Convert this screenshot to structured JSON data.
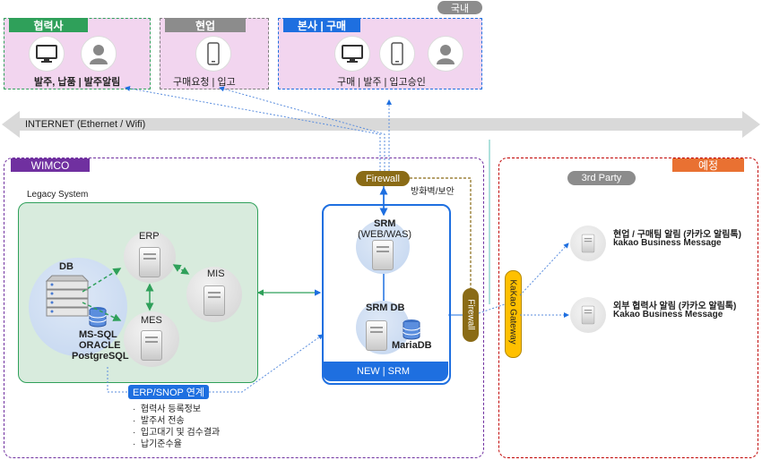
{
  "domestic_label": "국내",
  "partner": {
    "tag": "협력사",
    "caption": "발주, 납품  |  발주알림"
  },
  "field": {
    "tag": "현업",
    "caption": "구매요청 | 입고"
  },
  "hq": {
    "tag": "본사  |  구매",
    "caption": "구매 | 발주 | 입고승인"
  },
  "internet": "INTERNET (Ethernet / Wifi)",
  "wimco": {
    "tag": "WIMCO"
  },
  "legacy": {
    "title": "Legacy System",
    "db": "DB",
    "db_types": [
      "MS-SQL",
      "ORACLE",
      "PostgreSQL"
    ],
    "erp": "ERP",
    "mis": "MIS",
    "mes": "MES"
  },
  "firewall_top": "Firewall",
  "firewall_note": "방화벽/보안",
  "srm": {
    "web": "SRM",
    "web_sub": "(WEB/WAS)",
    "db": "SRM DB",
    "db_engine": "MariaDB",
    "footer": "NEW  |  SRM"
  },
  "firewall_side": "Firewall",
  "erp_link": {
    "title": "ERP/SNOP 연계",
    "items": [
      "협력사 등록정보",
      "발주서 전송",
      "입고대기 및 검수결과",
      "납기준수율"
    ]
  },
  "plan": {
    "tag": "예정"
  },
  "third_party": "3rd Party",
  "kakao_gateway": "KaKao Gateway",
  "msg1": {
    "title": "현업 / 구매팀 알림 (카카오 알림톡)",
    "sub": "kakao Business Message"
  },
  "msg2": {
    "title": "외부 협력사 알림 (카카오 알림톡)",
    "sub": "Kakao Business Message"
  },
  "icons": [
    "monitor-icon",
    "user-icon",
    "phone-icon",
    "server-icon",
    "database-icon"
  ],
  "colors": {
    "green": "#2fa05a",
    "purple": "#7030a0",
    "blue": "#1e6fe0",
    "gray": "#7f7f7f",
    "orange": "#e97132",
    "brown": "#8a6b16",
    "yellow": "#ffc000"
  }
}
